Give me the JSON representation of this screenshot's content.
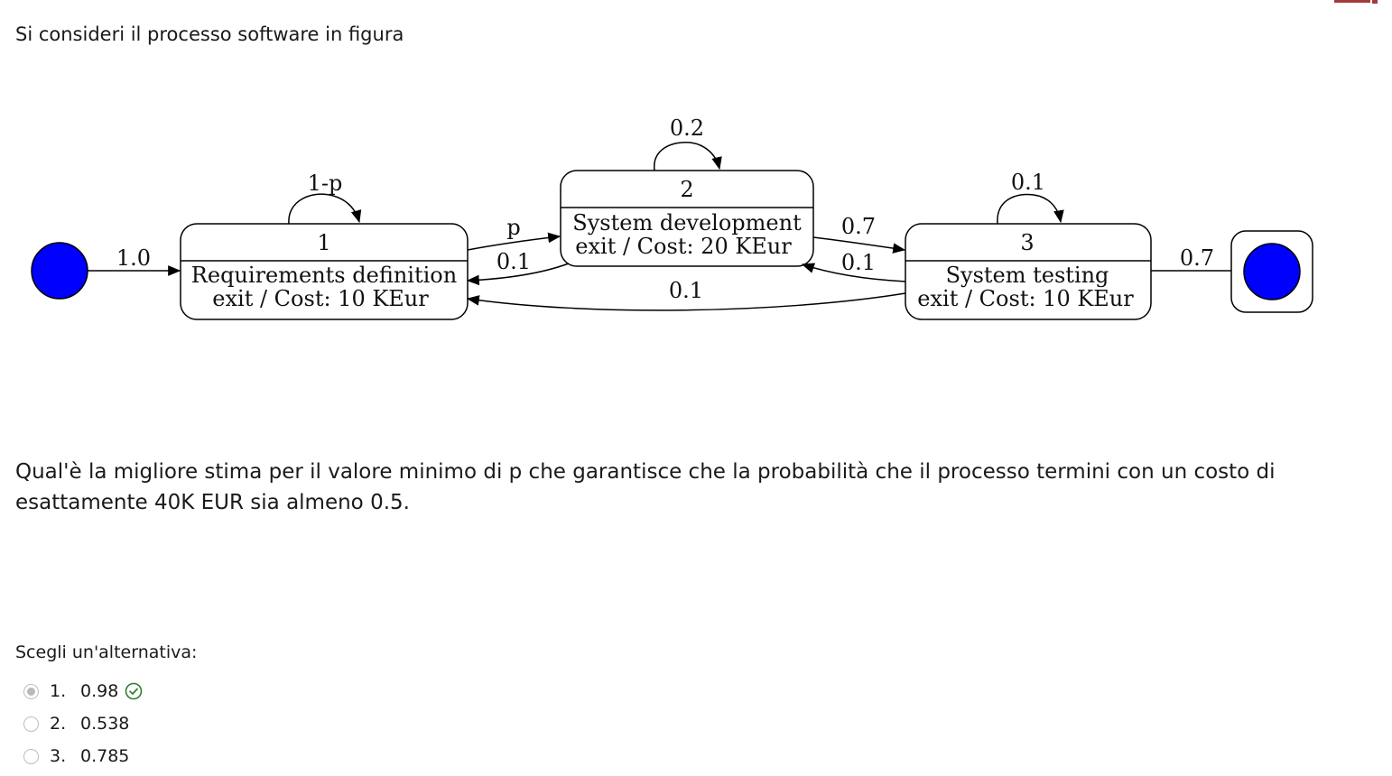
{
  "intro_text": "Si consideri il processo software in figura",
  "diagram": {
    "initial_edge_label": "1.0",
    "states": [
      {
        "id": "1",
        "name": "Requirements definition",
        "action": "exit / Cost: 10 KEur"
      },
      {
        "id": "2",
        "name": "System development",
        "action": "exit / Cost: 20 KEur"
      },
      {
        "id": "3",
        "name": "System testing",
        "action": "exit / Cost: 10 KEur"
      }
    ],
    "transitions": {
      "s1_self": "1-p",
      "s1_to_s2": "p",
      "s2_to_s1": "0.1",
      "s2_self": "0.2",
      "s2_to_s3": "0.7",
      "s3_to_s2": "0.1",
      "s3_to_s1": "0.1",
      "s3_self": "0.1",
      "s3_to_final": "0.7"
    },
    "colors": {
      "node_fill": "#0000ff",
      "stroke": "#000000"
    }
  },
  "question_text": "Qual'è la migliore stima per il valore minimo di p che garantisce che la probabilità che il processo termini con un costo di esattamente 40K EUR sia almeno 0.5.",
  "choose_label": "Scegli un'alternativa:",
  "options": [
    {
      "number": "1.",
      "value": "0.98",
      "selected": true,
      "marked_correct": true
    },
    {
      "number": "2.",
      "value": "0.538",
      "selected": false
    },
    {
      "number": "3.",
      "value": "0.785",
      "selected": false
    }
  ],
  "accent_colors": {
    "correct_check": "#2e7d32",
    "corner_mark": "#a33a3a"
  }
}
